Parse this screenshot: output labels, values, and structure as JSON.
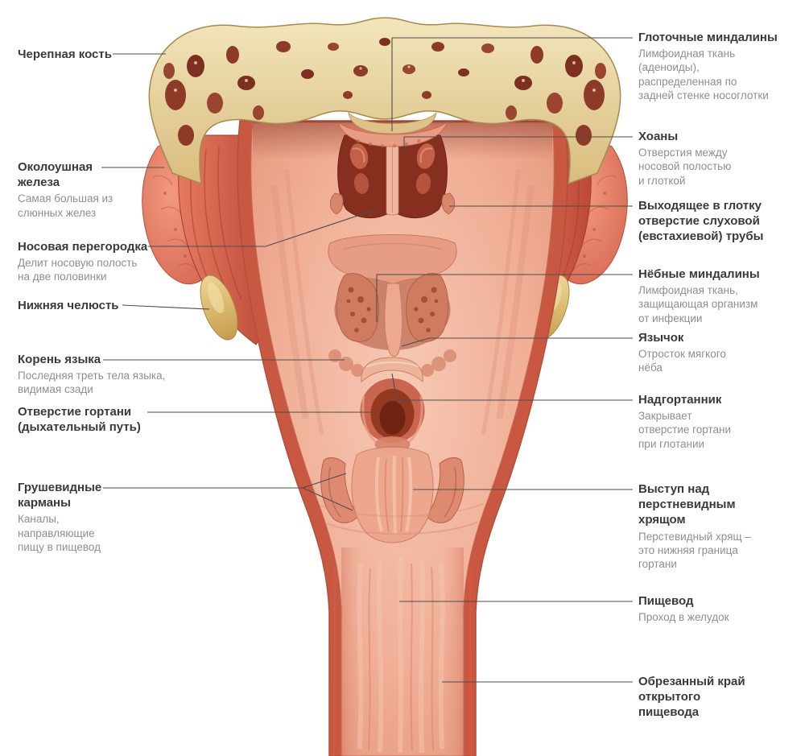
{
  "palette": {
    "background": "#ffffff",
    "bone": "#e3c887",
    "bone_marrow": "#8d3a29",
    "muscle": "#d0563f",
    "parotid": "#e4796a",
    "mandible": "#d9b266",
    "mucosa": "#f0b097",
    "cavity": "#872f1f",
    "leader_line": "#4d4d4d",
    "title_text": "#3a3a3a",
    "desc_text": "#8f8f8f"
  },
  "labels_left": [
    {
      "title": "Черепная кость",
      "desc": ""
    },
    {
      "title": "Околоушная\nжелеза",
      "desc": "Самая большая из\nслюнных желез"
    },
    {
      "title": "Носовая перегородка",
      "desc": "Делит носовую полость\nна две половинки"
    },
    {
      "title": "Нижняя челюсть",
      "desc": ""
    },
    {
      "title": "Корень языка",
      "desc": "Последняя треть тела языка,\nвидимая сзади"
    },
    {
      "title": "Отверстие гортани\n(дыхательный путь)",
      "desc": ""
    },
    {
      "title": "Грушевидные\nкарманы",
      "desc": "Каналы,\nнаправляющие\nпищу в пищевод"
    }
  ],
  "labels_right": [
    {
      "title": "Глоточные миндалины",
      "desc": "Лимфоидная ткань\n(аденоиды),\nраспределенная по\nзадней стенке носоглотки"
    },
    {
      "title": "Хоаны",
      "desc": "Отверстия между\nносовой полостью\nи глоткой"
    },
    {
      "title": "Выходящее в глотку\nотверстие слуховой\n(евстахиевой) трубы",
      "desc": ""
    },
    {
      "title": "Нёбные миндалины",
      "desc": "Лимфоидная ткань,\nзащищающая организм\nот инфекции"
    },
    {
      "title": "Язычок",
      "desc": "Отросток мягкого\nнёба"
    },
    {
      "title": "Надгортанник",
      "desc": "Закрывает\nотверстие гортани\nпри глотании"
    },
    {
      "title": "Выступ над\nперстневидным\nхрящом",
      "desc": "Перстевидный хрящ –\nэто нижняя граница\nгортани"
    },
    {
      "title": "Пищевод",
      "desc": "Проход в желудок"
    },
    {
      "title": "Обрезанный край\nоткрытого\nпищевода",
      "desc": ""
    }
  ]
}
